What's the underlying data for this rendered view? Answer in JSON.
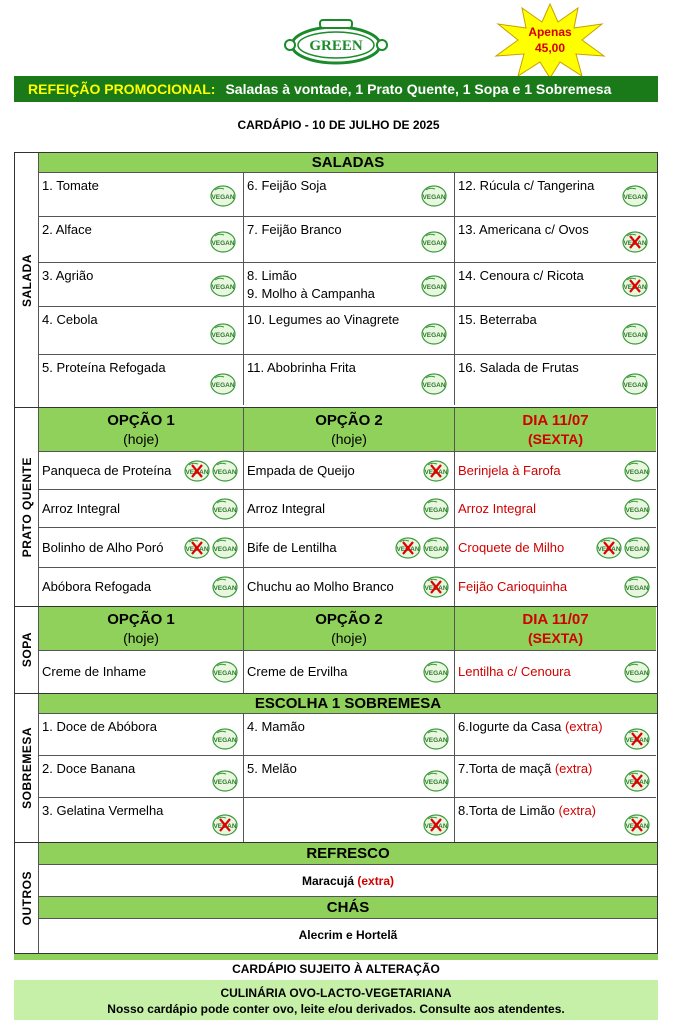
{
  "header": {
    "logo_text": "GREEN",
    "price_label": "Apenas",
    "price_value": "45,00",
    "promo_label": "REFEIÇÃO PROMOCIONAL:",
    "promo_text": "Saladas à vontade, 1 Prato Quente, 1 Sopa e 1 Sobremesa",
    "date": "CARDÁPIO - 10 DE JULHO DE 2025"
  },
  "salada": {
    "side_label": "SALADA",
    "title": "SALADAS",
    "rows": [
      [
        {
          "t": "1. Tomate",
          "b": "vegan"
        },
        {
          "t": "6. Feijão Soja",
          "b": "vegan"
        },
        {
          "t": "12. Rúcula c/ Tangerina",
          "b": "vegan"
        }
      ],
      [
        {
          "t": "2. Alface",
          "b": "vegan"
        },
        {
          "t": "7. Feijão Branco",
          "b": "vegan"
        },
        {
          "t": "13. Americana c/ Ovos",
          "b": "notvegan"
        }
      ],
      [
        {
          "t": "3. Agrião",
          "b": "vegan"
        },
        {
          "t": "8. Limão",
          "t2": "9. Molho à Campanha",
          "b": "vegan"
        },
        {
          "t": "14. Cenoura c/ Ricota",
          "b": "notvegan"
        }
      ],
      [
        {
          "t": "4. Cebola",
          "b": "vegan"
        },
        {
          "t": "10. Legumes ao Vinagrete",
          "b": "vegan"
        },
        {
          "t": "15. Beterraba",
          "b": "vegan"
        }
      ],
      [
        {
          "t": "5. Proteína Refogada",
          "b": "vegan"
        },
        {
          "t": "11. Abobrinha Frita",
          "b": "vegan"
        },
        {
          "t": "16. Salada de Frutas",
          "b": "vegan"
        }
      ]
    ]
  },
  "prato": {
    "side_label": "PRATO QUENTE",
    "heads": [
      {
        "t": "OPÇÃO 1",
        "s": "(hoje)"
      },
      {
        "t": "OPÇÃO 2",
        "s": "(hoje)"
      },
      {
        "t": "DIA 11/07",
        "s": "(SEXTA)"
      }
    ],
    "rows": [
      [
        {
          "t": "Panqueca de Proteína",
          "b": [
            "notvegan",
            "vegan"
          ]
        },
        {
          "t": "Empada de Queijo",
          "b": [
            "notvegan"
          ]
        },
        {
          "t": "Berinjela à Farofa",
          "b": [
            "vegan"
          ]
        }
      ],
      [
        {
          "t": "Arroz Integral",
          "b": [
            "vegan"
          ]
        },
        {
          "t": "Arroz Integral",
          "b": [
            "vegan"
          ]
        },
        {
          "t": "Arroz Integral",
          "b": [
            "vegan"
          ]
        }
      ],
      [
        {
          "t": "Bolinho de Alho Poró",
          "b": [
            "notvegan",
            "vegan"
          ]
        },
        {
          "t": "Bife de Lentilha",
          "b": [
            "notvegan",
            "vegan"
          ]
        },
        {
          "t": "Croquete de Milho",
          "b": [
            "notvegan",
            "vegan"
          ]
        }
      ],
      [
        {
          "t": "Abóbora Refogada",
          "b": [
            "vegan"
          ]
        },
        {
          "t": "Chuchu ao Molho Branco",
          "b": [
            "notvegan"
          ]
        },
        {
          "t": "Feijão Carioquinha",
          "b": [
            "vegan"
          ]
        }
      ]
    ]
  },
  "sopa": {
    "side_label": "SOPA",
    "heads": [
      {
        "t": "OPÇÃO 1",
        "s": "(hoje)"
      },
      {
        "t": "OPÇÃO 2",
        "s": "(hoje)"
      },
      {
        "t": "DIA 11/07",
        "s": "(SEXTA)"
      }
    ],
    "rows": [
      [
        {
          "t": "Creme de Inhame",
          "b": [
            "vegan"
          ]
        },
        {
          "t": "Creme de Ervilha",
          "b": [
            "vegan"
          ]
        },
        {
          "t": "Lentilha c/ Cenoura",
          "b": [
            "vegan"
          ]
        }
      ]
    ]
  },
  "sobremesa": {
    "side_label": "SOBREMESA",
    "title": "ESCOLHA 1 SOBREMESA",
    "extra_label": "(extra)",
    "rows": [
      [
        {
          "t": "1. Doce de Abóbora",
          "b": "vegan"
        },
        {
          "t": "4. Mamão",
          "b": "vegan"
        },
        {
          "t": "6.Iogurte da Casa",
          "b": "notvegan"
        }
      ],
      [
        {
          "t": "2. Doce Banana",
          "b": "vegan"
        },
        {
          "t": "5. Melão",
          "b": "vegan"
        },
        {
          "t": "7.Torta de maçã",
          "b": "notvegan"
        }
      ],
      [
        {
          "t": "3. Gelatina Vermelha",
          "b": "notvegan"
        },
        {
          "t": "",
          "b": "notvegan"
        },
        {
          "t": "8.Torta de Limão",
          "b": "notvegan"
        }
      ]
    ]
  },
  "outros": {
    "side_label": "OUTROS",
    "refresco_title": "REFRESCO",
    "refresco": "Maracujá",
    "refresco_extra": "(extra)",
    "chas_title": "CHÁS",
    "chas": "Alecrim e Hortelã"
  },
  "footer": {
    "notice": "CARDÁPIO SUJEITO À ALTERAÇÃO",
    "line1": "CULINÁRIA OVO-LACTO-VEGETARIANA",
    "line2": "Nosso cardápio pode conter ovo, leite e/ou derivados. Consulte aos atendentes."
  },
  "badge": {
    "vegan_text": "VEGAN"
  }
}
